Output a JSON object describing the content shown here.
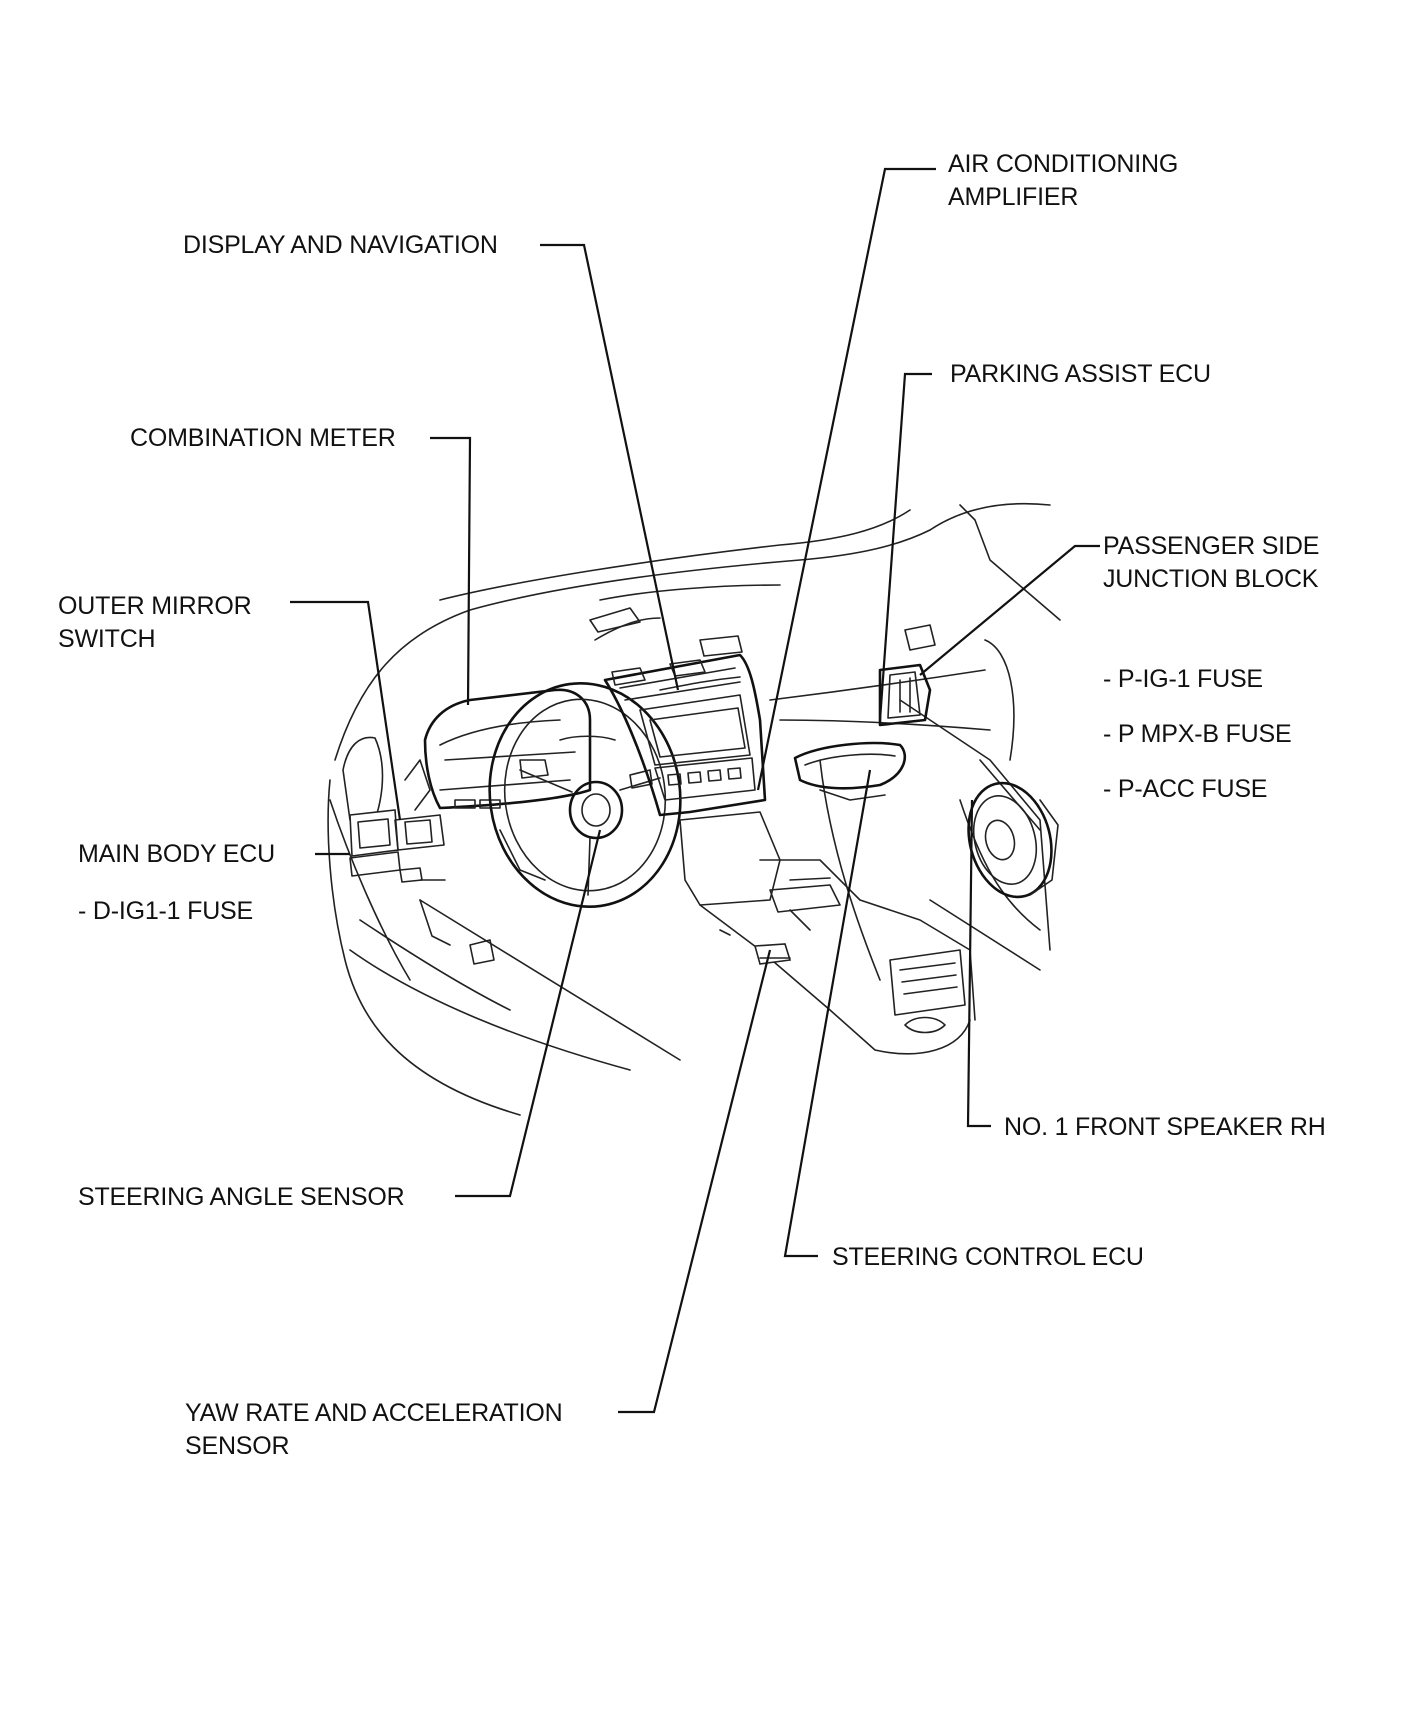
{
  "labels": {
    "air_conditioning_amplifier": [
      "AIR CONDITIONING",
      "AMPLIFIER"
    ],
    "display_and_navigation": "DISPLAY AND NAVIGATION",
    "parking_assist_ecu": "PARKING ASSIST ECU",
    "combination_meter": "COMBINATION METER",
    "passenger_side_junction_block": [
      "PASSENGER SIDE",
      "JUNCTION BLOCK"
    ],
    "passenger_fuses": [
      "- P-IG-1 FUSE",
      "- P MPX-B FUSE",
      "- P-ACC FUSE"
    ],
    "outer_mirror_switch": [
      "OUTER MIRROR",
      "SWITCH"
    ],
    "main_body_ecu": "MAIN BODY ECU",
    "main_body_fuse": "- D-IG1-1 FUSE",
    "no1_front_speaker_rh": "NO. 1 FRONT SPEAKER RH",
    "steering_angle_sensor": "STEERING ANGLE SENSOR",
    "steering_control_ecu": "STEERING CONTROL ECU",
    "yaw_rate_and_acceleration_sensor": [
      "YAW RATE AND ACCELERATION",
      "SENSOR"
    ]
  },
  "colors": {
    "line": "#111111",
    "background": "#ffffff"
  }
}
